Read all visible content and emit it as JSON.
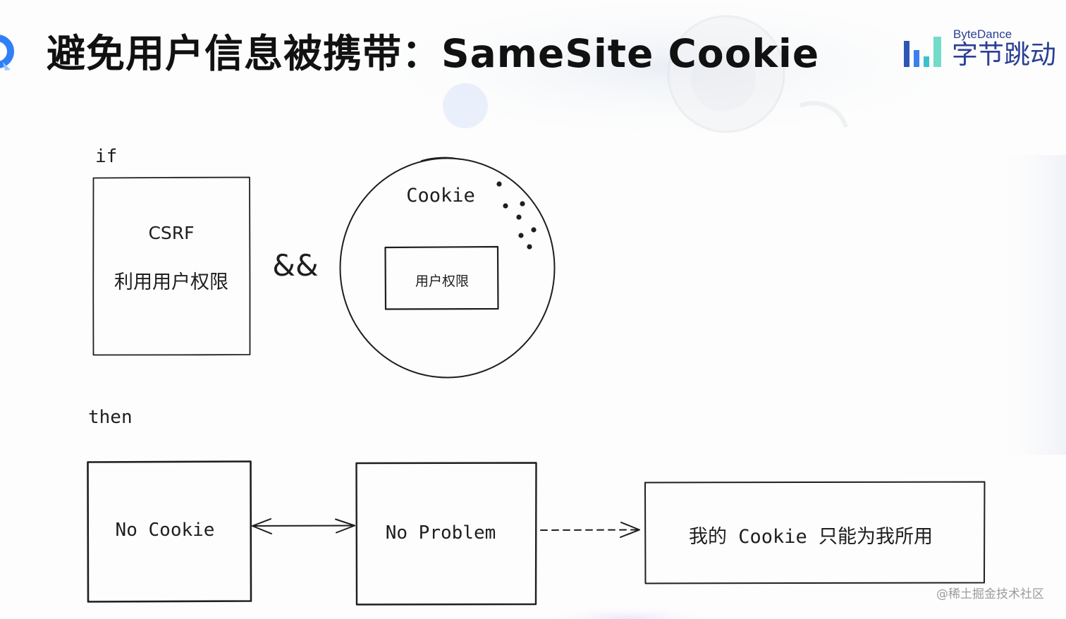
{
  "slide": {
    "title": "避免用户信息被携带：SameSite Cookie",
    "brand": {
      "latin_name": "ByteDance",
      "chinese_name": "字节跳动"
    },
    "watermark": "@稀土掘金技术社区"
  },
  "diagram": {
    "if_label": "if",
    "csrf_box": {
      "title": "CSRF",
      "subtitle": "利用用户权限"
    },
    "operator": "&&",
    "cookie_circle": {
      "label": "Cookie",
      "inner_box_label": "用户权限"
    },
    "then_label": "then",
    "result_boxes": [
      {
        "label": "No Cookie"
      },
      {
        "label": "No Problem"
      },
      {
        "label": "我的 Cookie 只能为我所用"
      }
    ]
  },
  "icons": {
    "presenter_logo": "presenter-logo-icon",
    "brand_logo": "bytedance-bars-icon"
  },
  "colors": {
    "title_text": "#111111",
    "sketch_stroke": "#1e1e1e",
    "brand_blue": "#2b3f94",
    "brand_bars": [
      "#2d55b3",
      "#3a7ff0",
      "#38c2cc",
      "#72dcc9"
    ],
    "presenter_logo_blue": "#2f80f7",
    "watermark_text": "#9b9b9b"
  }
}
